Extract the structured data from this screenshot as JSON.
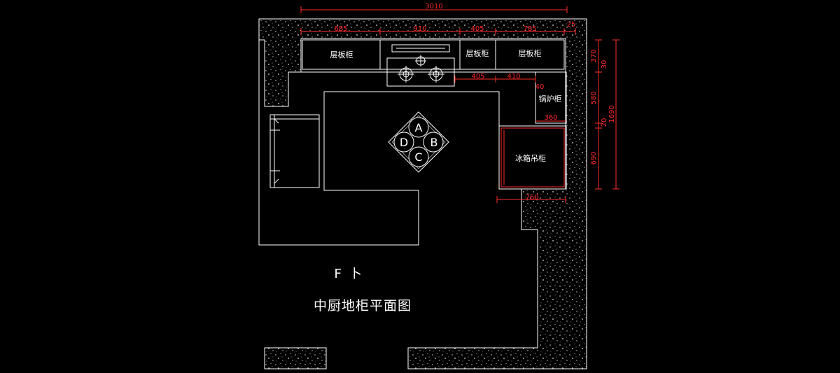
{
  "title": "中厨地柜平面图",
  "marker": "F 卜",
  "cabinets": {
    "shelf_left": "层板柜",
    "shelf_mid": "层板柜",
    "shelf_right": "层板柜",
    "boiler": "锅炉柜",
    "fridge": "冰箱吊柜"
  },
  "table_labels": {
    "a": "A",
    "b": "B",
    "c": "C",
    "d": "D"
  },
  "dimensions": {
    "total_width": "3010",
    "seg1": "685",
    "seg2": "910",
    "seg3": "405",
    "seg4": "785",
    "seg5": "25",
    "lower1": "405",
    "lower2": "410",
    "boiler_depth": "40",
    "boiler_width": "360",
    "fridge_width": "760",
    "v1": "370",
    "v2": "30",
    "v3": "580",
    "v4": "20",
    "v5": "690",
    "v_total": "1690"
  },
  "colors": {
    "dimension": "#ff2a2a",
    "line": "#ffffff",
    "background": "#000000",
    "wall_speckle": "#c8c8c8"
  }
}
